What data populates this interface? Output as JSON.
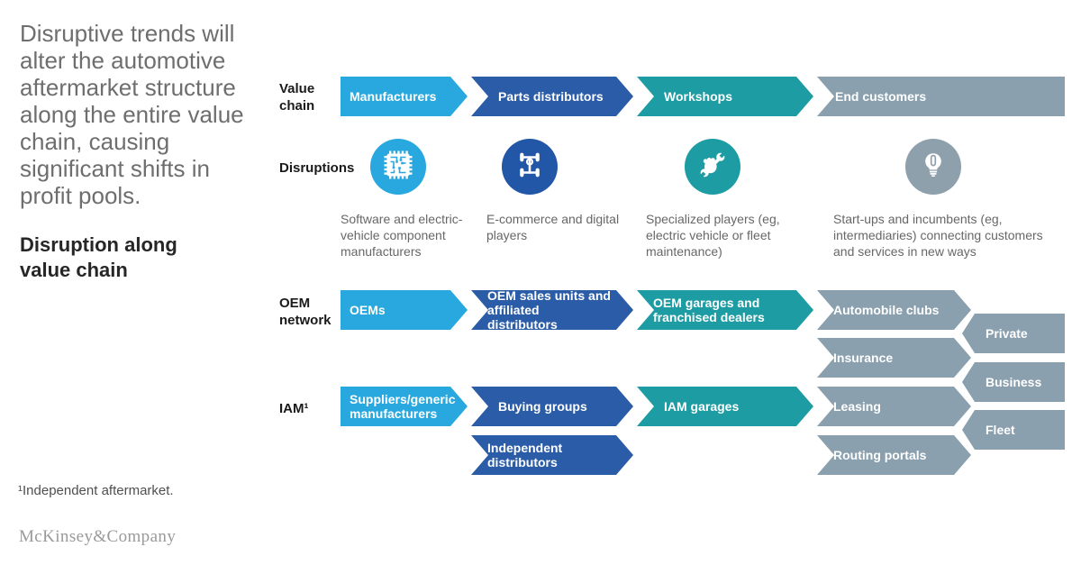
{
  "colors": {
    "light_blue": "#29A8DF",
    "dark_blue": "#2B5CA8",
    "teal": "#1D9CA3",
    "gray": "#8AA0AE",
    "title_gray": "#6e6e6e"
  },
  "sidebar": {
    "title_lines": [
      "Disruptive trends will",
      "alter the automotive",
      "aftermarket structure",
      "along the entire value",
      "chain, causing",
      "significant shifts in",
      "profit pools."
    ],
    "subtitle_lines": [
      "Disruption along",
      "value chain"
    ],
    "footnote": "¹Independent aftermarket.",
    "logo": "McKinsey&Company"
  },
  "diagram": {
    "value_chain": {
      "label_lines": [
        "Value",
        "chain"
      ],
      "arrows": [
        "Manufacturers",
        "Parts distributors",
        "Workshops",
        "End customers"
      ]
    },
    "disruptions": {
      "label": "Disruptions",
      "items": [
        {
          "icon": "chip-icon",
          "text": "Software and electric-vehicle component manufacturers"
        },
        {
          "icon": "car-chassis-icon",
          "text": "E-commerce and digital players"
        },
        {
          "icon": "wrench-hand-icon",
          "text": "Specialized players (eg, electric vehicle or fleet maintenance)"
        },
        {
          "icon": "lightbulb-icon",
          "text": "Start-ups and incumbents (eg, intermediaries) connecting customers and services in new ways"
        }
      ]
    },
    "oem_network": {
      "label_lines": [
        "OEM",
        "network"
      ],
      "arrows": [
        "OEMs",
        "OEM sales units and affiliated distributors",
        "OEM garages and franchised dealers",
        "Automobile clubs"
      ]
    },
    "iam": {
      "label": "IAM¹",
      "arrows": [
        "Suppliers/generic manufacturers",
        "Buying groups",
        "IAM garages",
        "Leasing"
      ]
    },
    "secondary": {
      "insurance": "Insurance",
      "independent_distributors": "Independent distributors",
      "routing_portals": "Routing portals"
    },
    "customer_segments": [
      "Private",
      "Business",
      "Fleet"
    ]
  }
}
